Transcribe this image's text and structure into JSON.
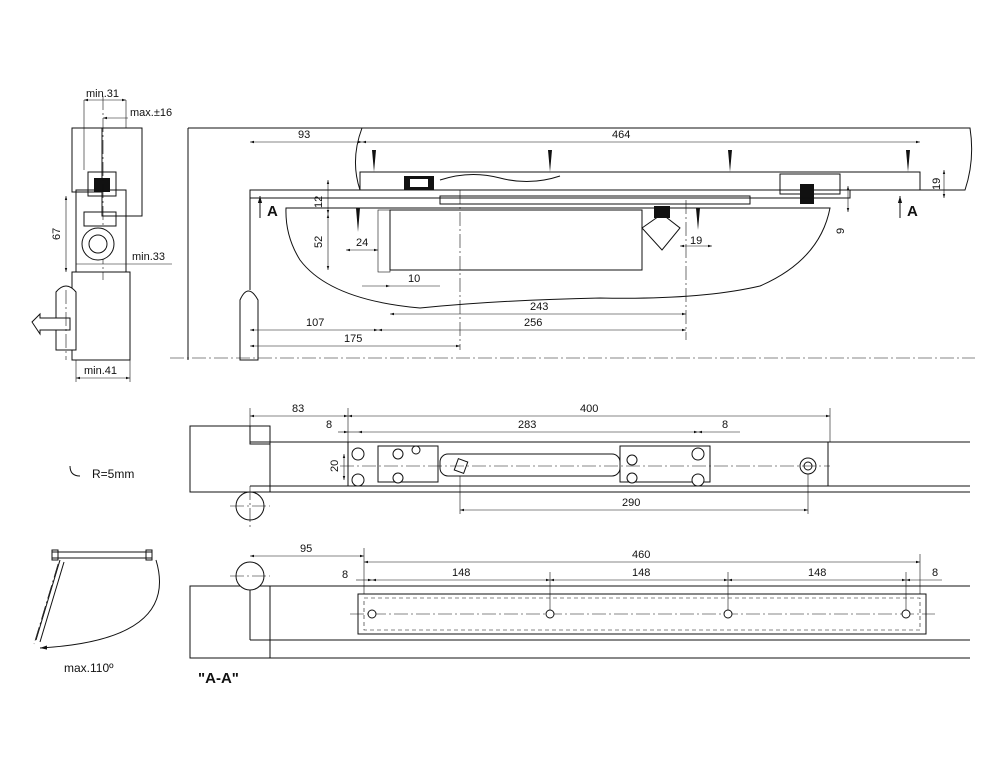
{
  "side_view": {
    "min31": "min.31",
    "max16": "max.±16",
    "d67": "67",
    "min33": "min.33",
    "min41": "min.41"
  },
  "section_top": {
    "d93": "93",
    "d464": "464",
    "d12": "12",
    "d52": "52",
    "d24": "24",
    "d10": "10",
    "d19v": "19",
    "d9": "9",
    "d19h": "19",
    "d243": "243",
    "d256": "256",
    "d107": "107",
    "d175": "175",
    "mark_a_left": "A",
    "mark_a_right": "A"
  },
  "plan_view": {
    "d83": "83",
    "d400": "400",
    "d8a": "8",
    "d283": "283",
    "d8b": "8",
    "d20": "20",
    "d290": "290",
    "radius": "R=5mm"
  },
  "bottom_view": {
    "d95": "95",
    "d460": "460",
    "d8a": "8",
    "d148a": "148",
    "d148b": "148",
    "d148c": "148",
    "d8b": "8",
    "section_label": "\"A-A\""
  },
  "opening": {
    "max_angle": "max.110º"
  }
}
